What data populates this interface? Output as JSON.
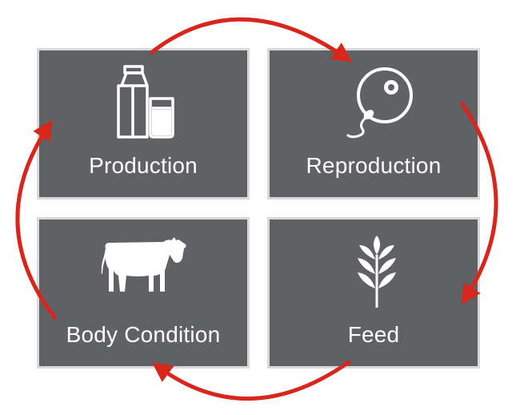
{
  "diagram": {
    "tiles": [
      {
        "label": "Production",
        "icon": "milk-carton-glass-icon"
      },
      {
        "label": "Reproduction",
        "icon": "egg-sperm-icon"
      },
      {
        "label": "Body Condition",
        "icon": "cow-icon"
      },
      {
        "label": "Feed",
        "icon": "wheat-icon"
      }
    ],
    "colors": {
      "tile_fill": "#5f6164",
      "tile_border": "#d9d9d9",
      "icon_and_text": "#ffffff",
      "arrow": "#d9261c",
      "background": "#ffffff"
    }
  }
}
